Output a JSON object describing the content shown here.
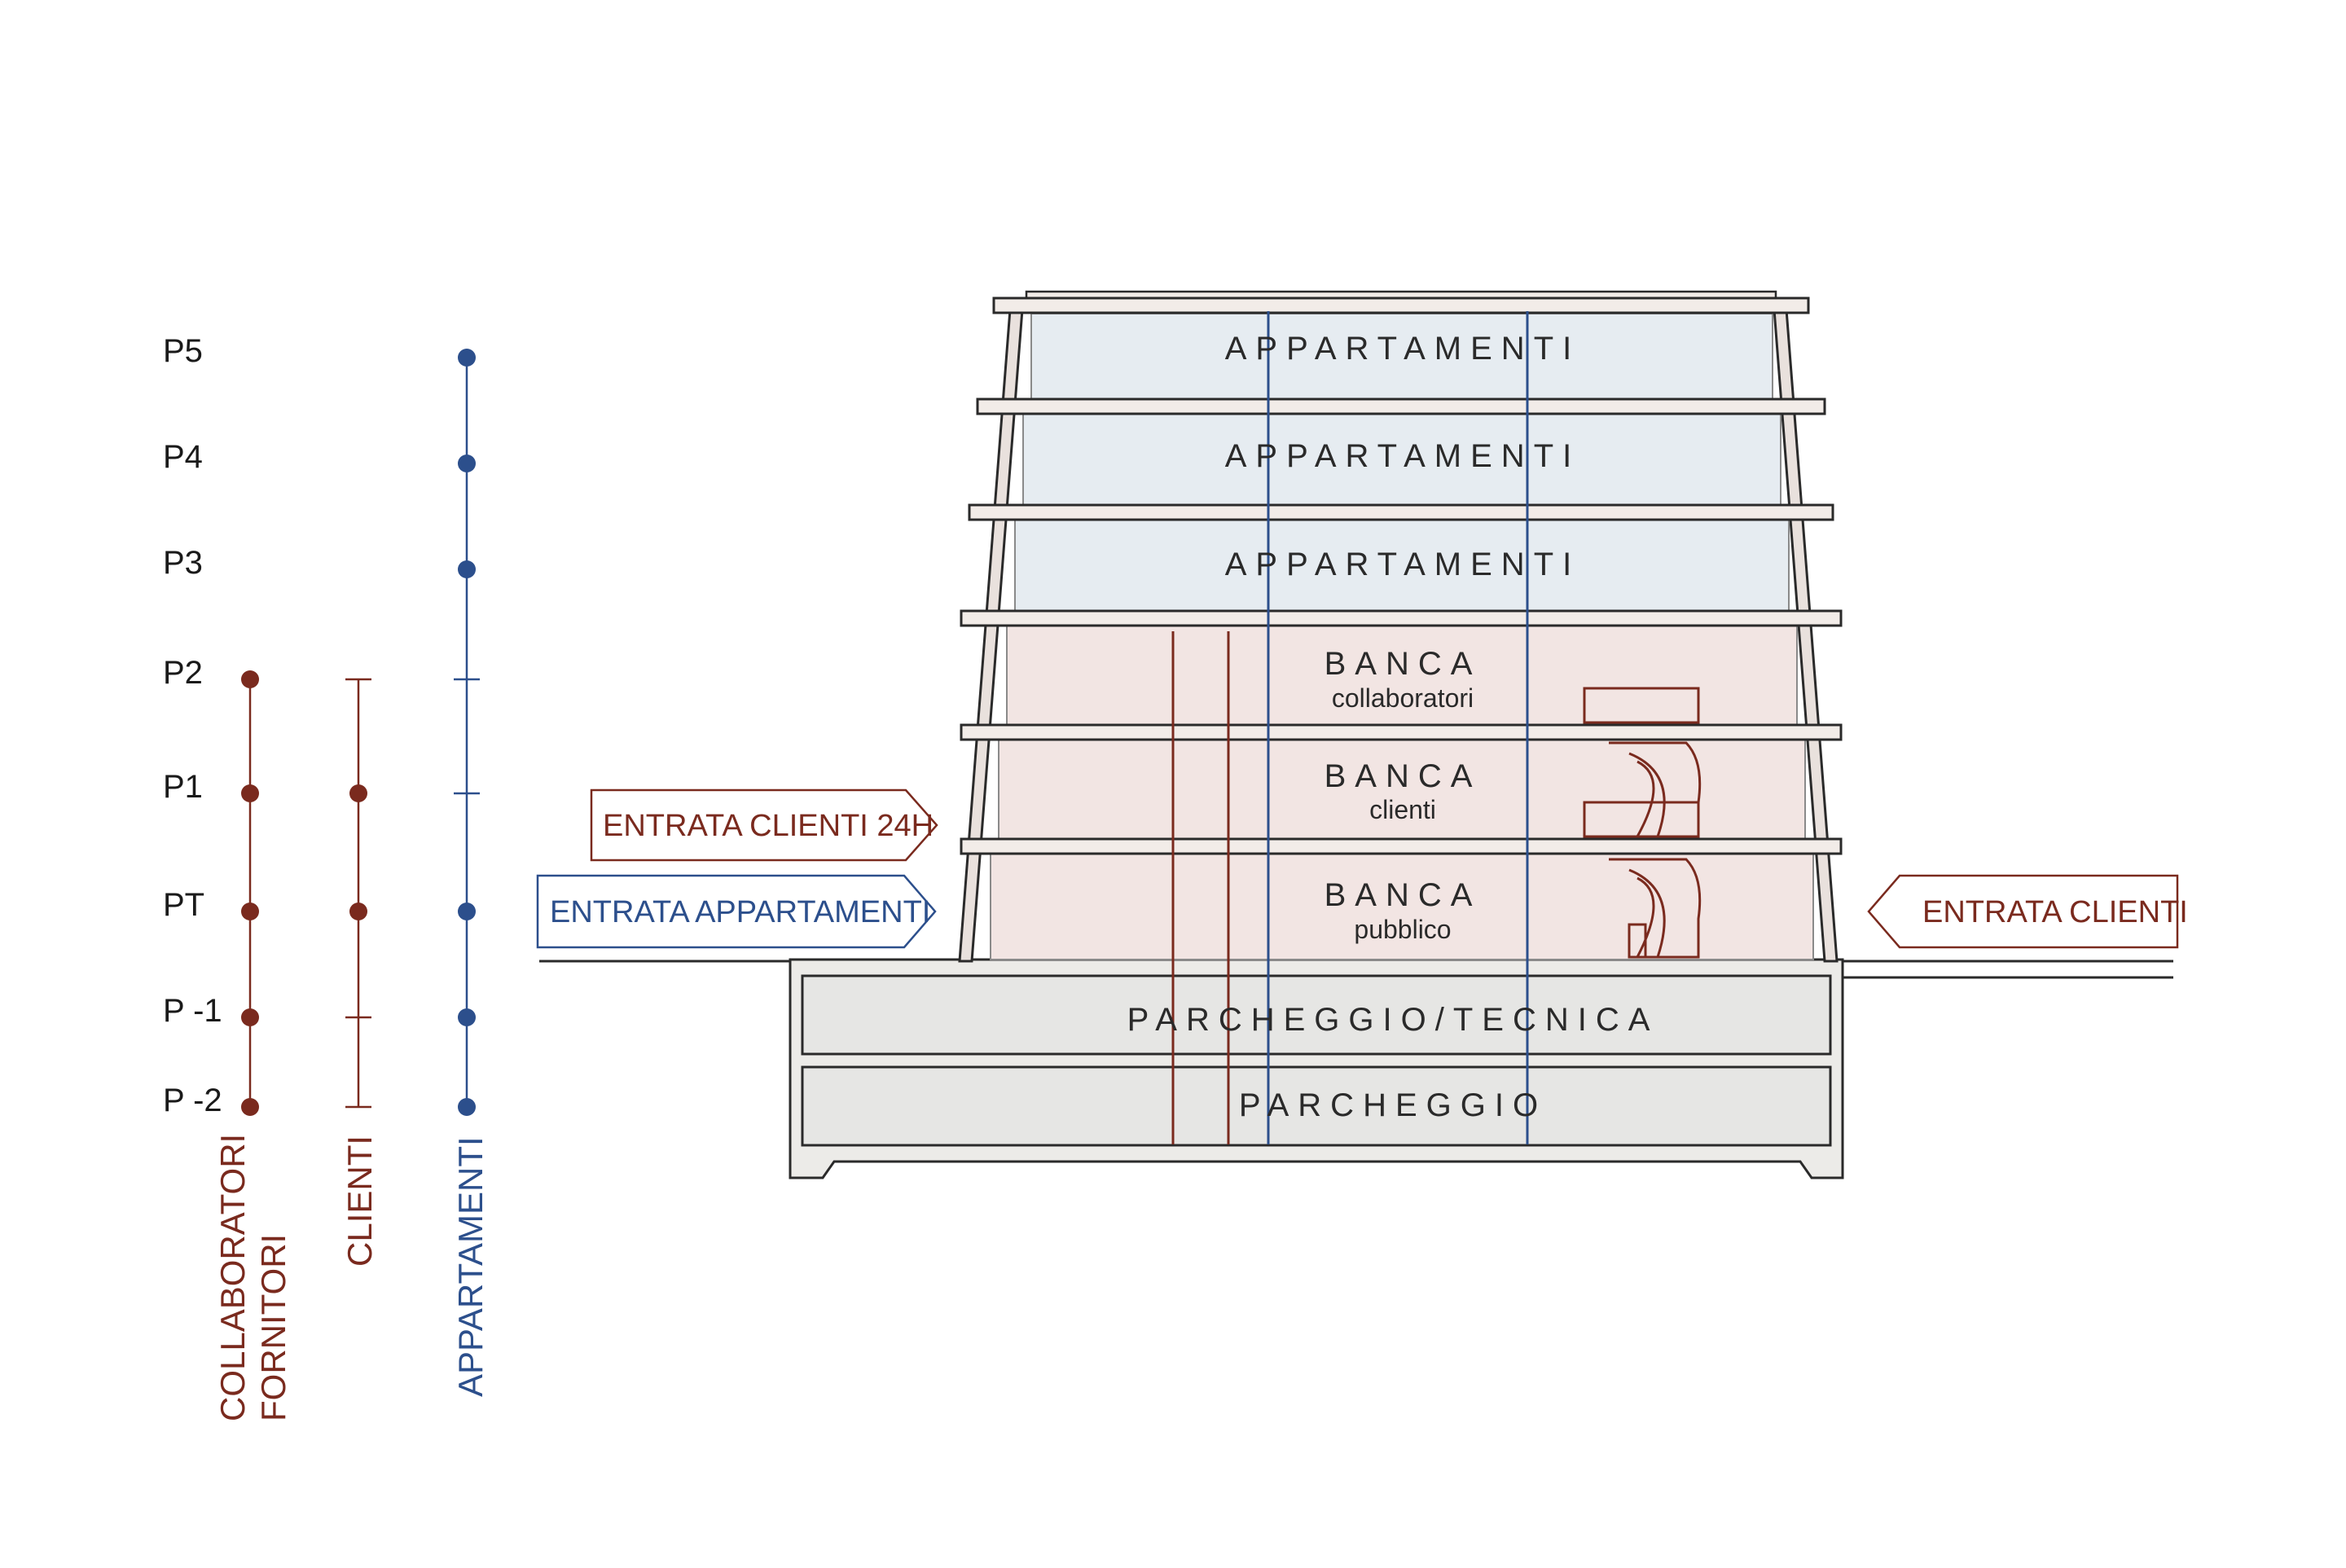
{
  "levels": [
    "P5",
    "P4",
    "P3",
    "P2",
    "P1",
    "PT",
    "P -1",
    "P -2"
  ],
  "columns": [
    {
      "lines": [
        "COLLABORATORI",
        "FORNITORI"
      ],
      "color": "#7a2a1e"
    },
    {
      "lines": [
        "CLIENTI"
      ],
      "color": "#7a2a1e"
    },
    {
      "lines": [
        "APPARTAMENTI"
      ],
      "color": "#2c4f8c"
    }
  ],
  "floors": {
    "p5": {
      "title": "APPARTAMENTI"
    },
    "p4": {
      "title": "APPARTAMENTI"
    },
    "p3": {
      "title": "APPARTAMENTI"
    },
    "p2": {
      "title": "BANCA",
      "sub": "collaboratori"
    },
    "p1": {
      "title": "BANCA",
      "sub": "clienti"
    },
    "pt": {
      "title": "BANCA",
      "sub": "pubblico"
    },
    "pm1": {
      "title": "PARCHEGGIO/TECNICA"
    },
    "pm2": {
      "title": "PARCHEGGIO"
    }
  },
  "entrances": {
    "clienti_24h": "ENTRATA CLIENTI 24H",
    "appartamenti": "ENTRATA APPARTAMENTI",
    "clienti": "ENTRATA CLIENTI"
  },
  "colors": {
    "red": "#7a2a1e",
    "blue": "#2c4f8c",
    "apartment_fill": "#e6ecf1",
    "bank_fill": "#f2e5e3",
    "parking_fill": "#e8e8e6",
    "outline": "#2a2a2a"
  }
}
